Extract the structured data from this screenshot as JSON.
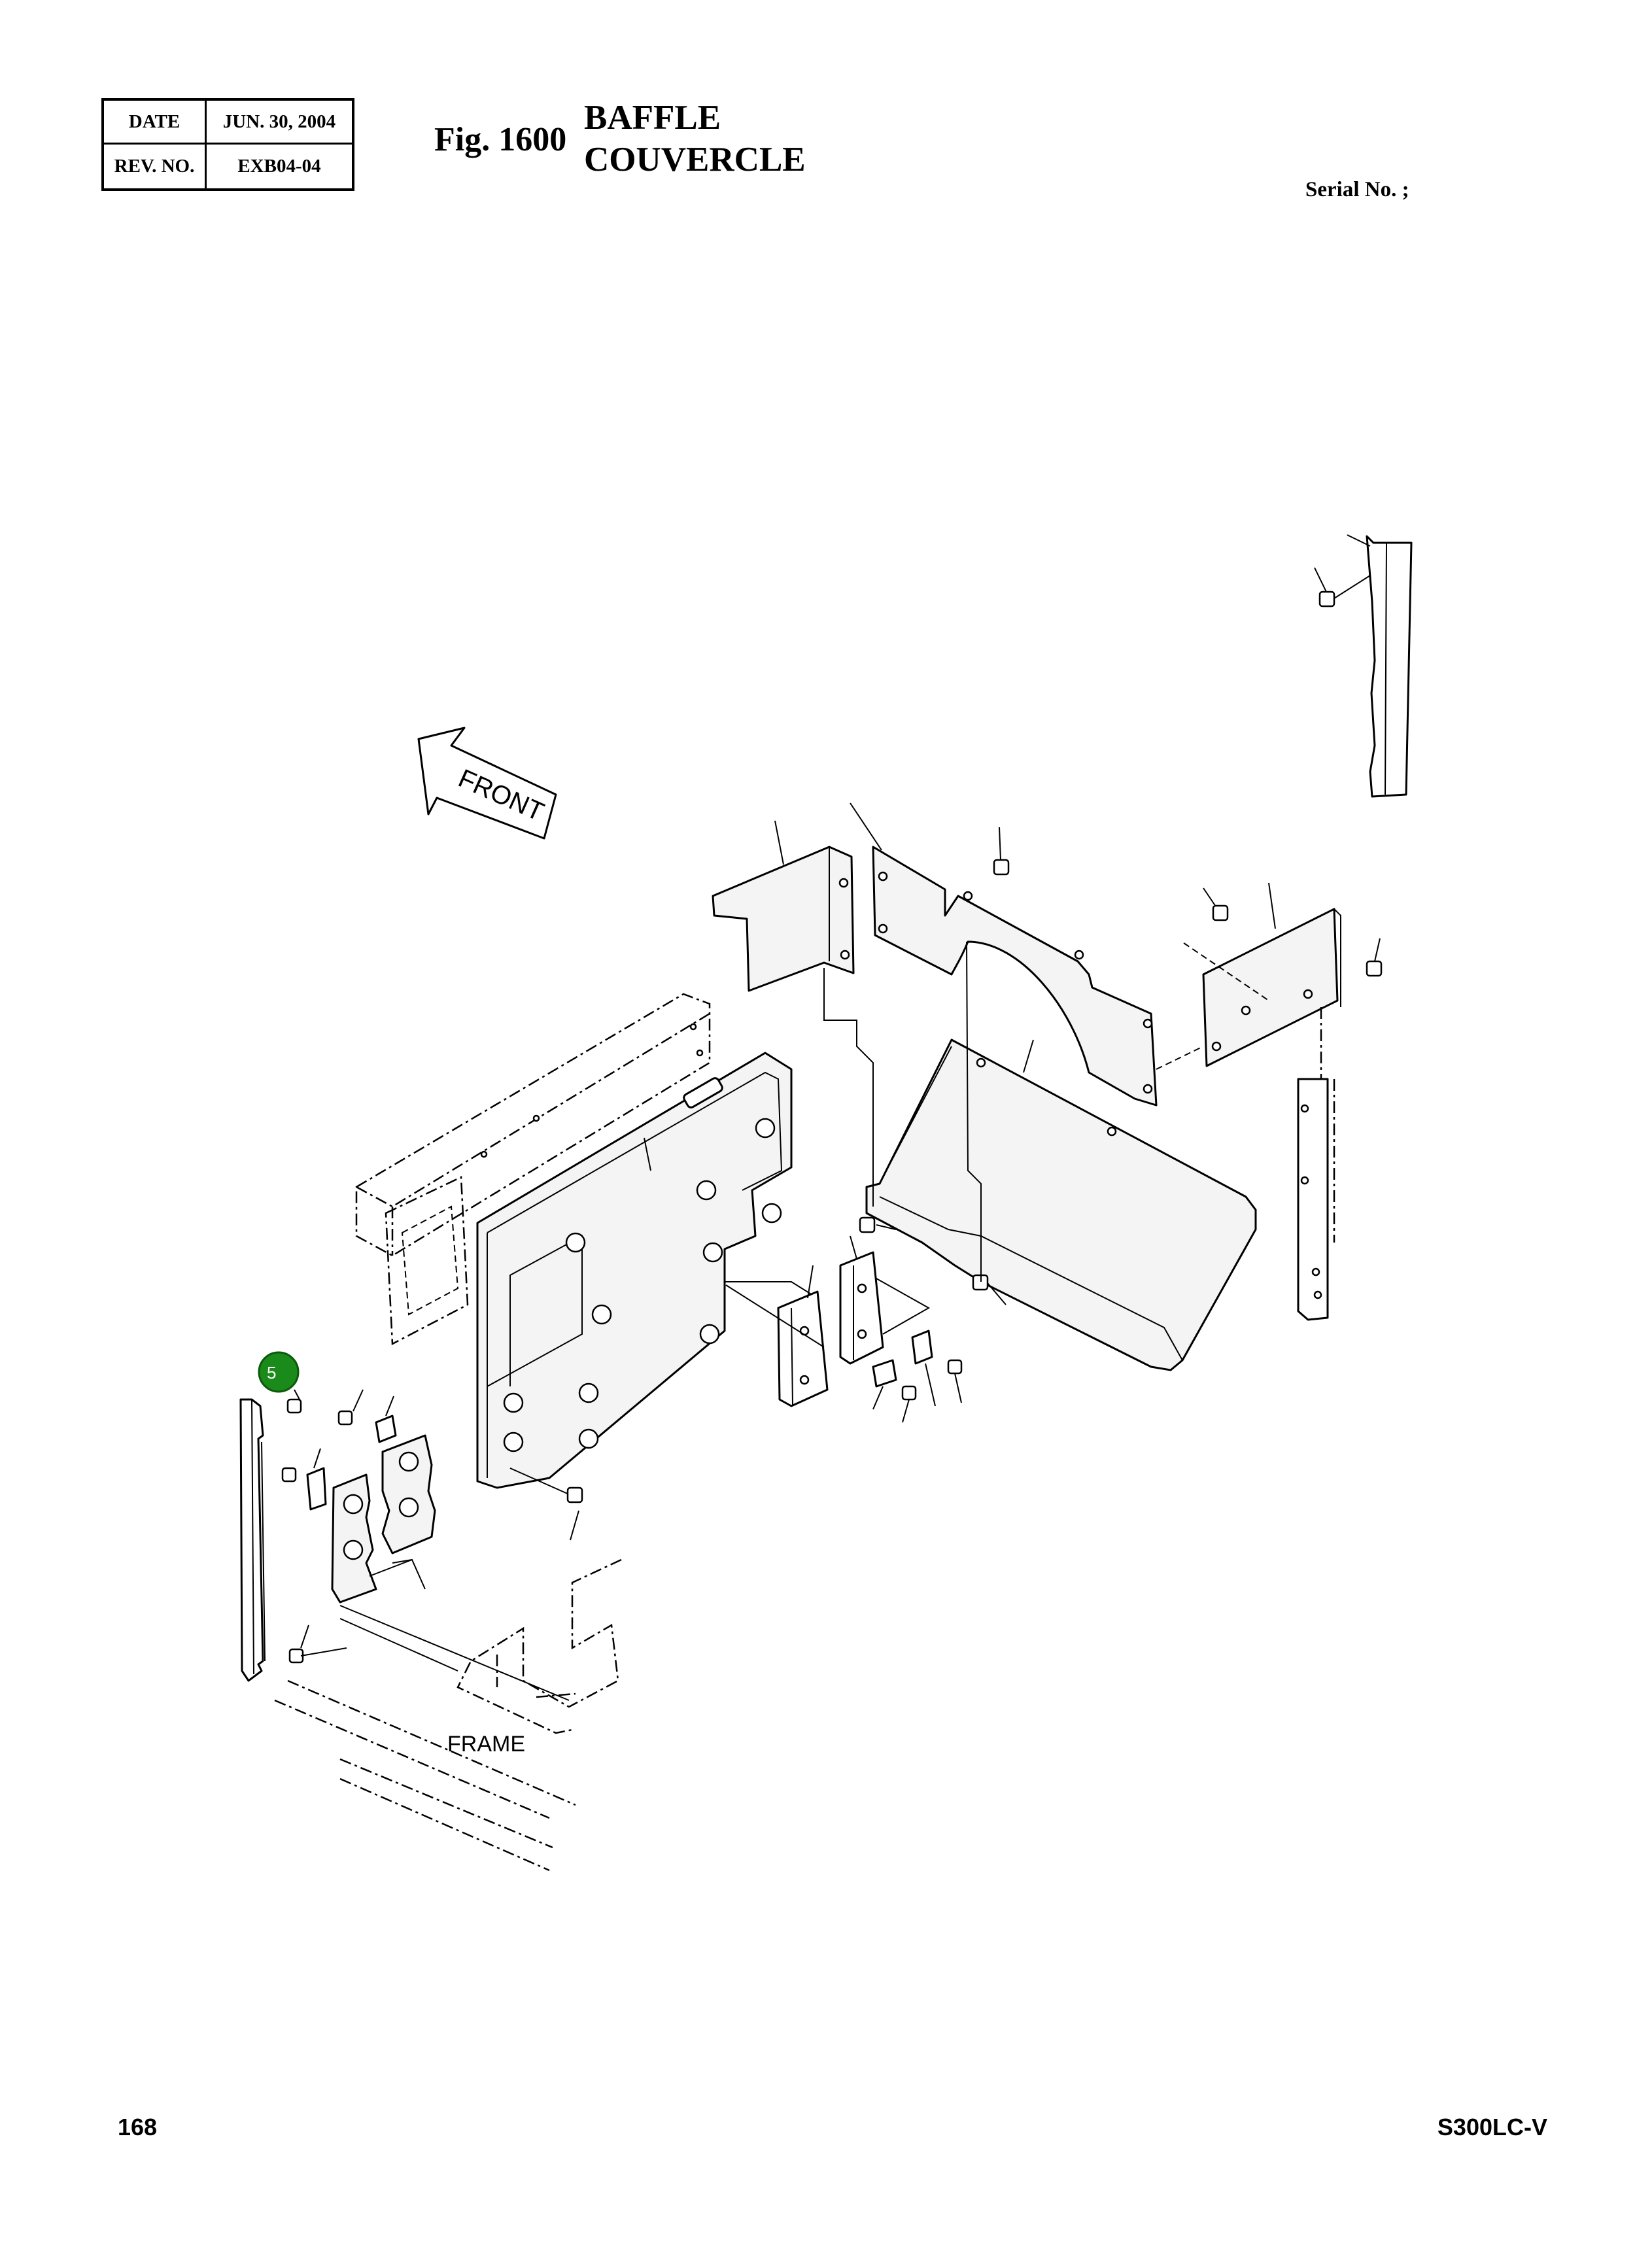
{
  "header": {
    "date_label": "DATE",
    "date_value": "JUN. 30, 2004",
    "rev_label": "REV. NO.",
    "rev_value": "EXB04-04"
  },
  "figure": {
    "number": "Fig. 1600",
    "title_en": "BAFFLE",
    "title_fr": "COUVERCLE"
  },
  "serial_label": "Serial No. ;",
  "diagram": {
    "front_label": "FRONT",
    "frame_label": "FRAME",
    "callouts": [
      {
        "number": "5",
        "color": "#1a8a1a"
      }
    ]
  },
  "footer": {
    "page_number": "168",
    "model": "S300LC-V"
  }
}
